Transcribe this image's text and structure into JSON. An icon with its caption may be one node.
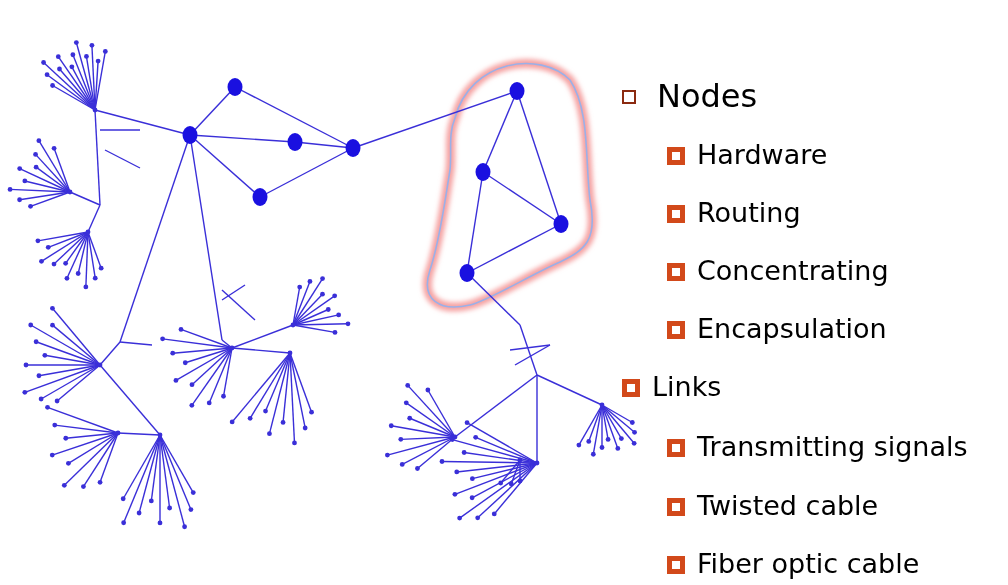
{
  "diagram": {
    "labels": [
      "Nodes",
      "Hardware",
      "Routing",
      "Concentrating",
      "Encapsulation",
      "Links",
      "Transmitting signals",
      "Twisted cable",
      "Fiber optic cable"
    ]
  }
}
